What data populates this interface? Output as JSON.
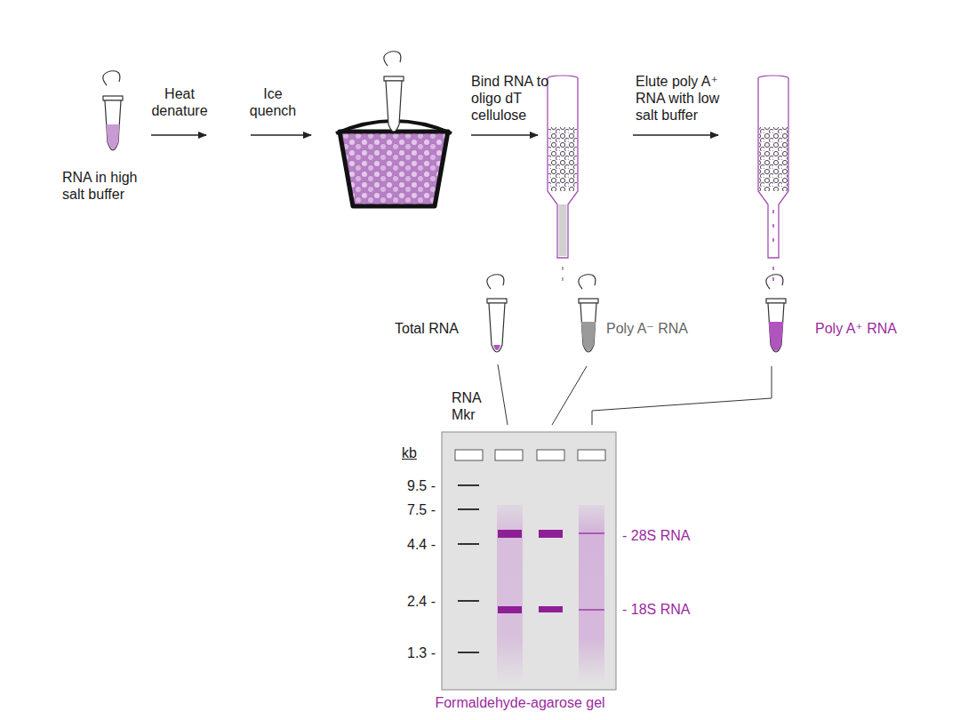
{
  "diagram": {
    "labels": [
      "RNA in high salt buffer",
      "Heat denature",
      "Ice quench",
      "Bind RNA to oligo dT cellulose",
      "Elute poly A⁺ RNA with low salt buffer",
      "Total RNA",
      "Poly A⁻ RNA",
      "Poly A⁺ RNA",
      "RNA Mkr",
      "kb",
      "9.5 -",
      "7.5 -",
      "4.4 -",
      "2.4 -",
      "1.3 -",
      "- 28S RNA",
      "- 18S RNA",
      "Formaldehyde-agarose gel"
    ]
  }
}
